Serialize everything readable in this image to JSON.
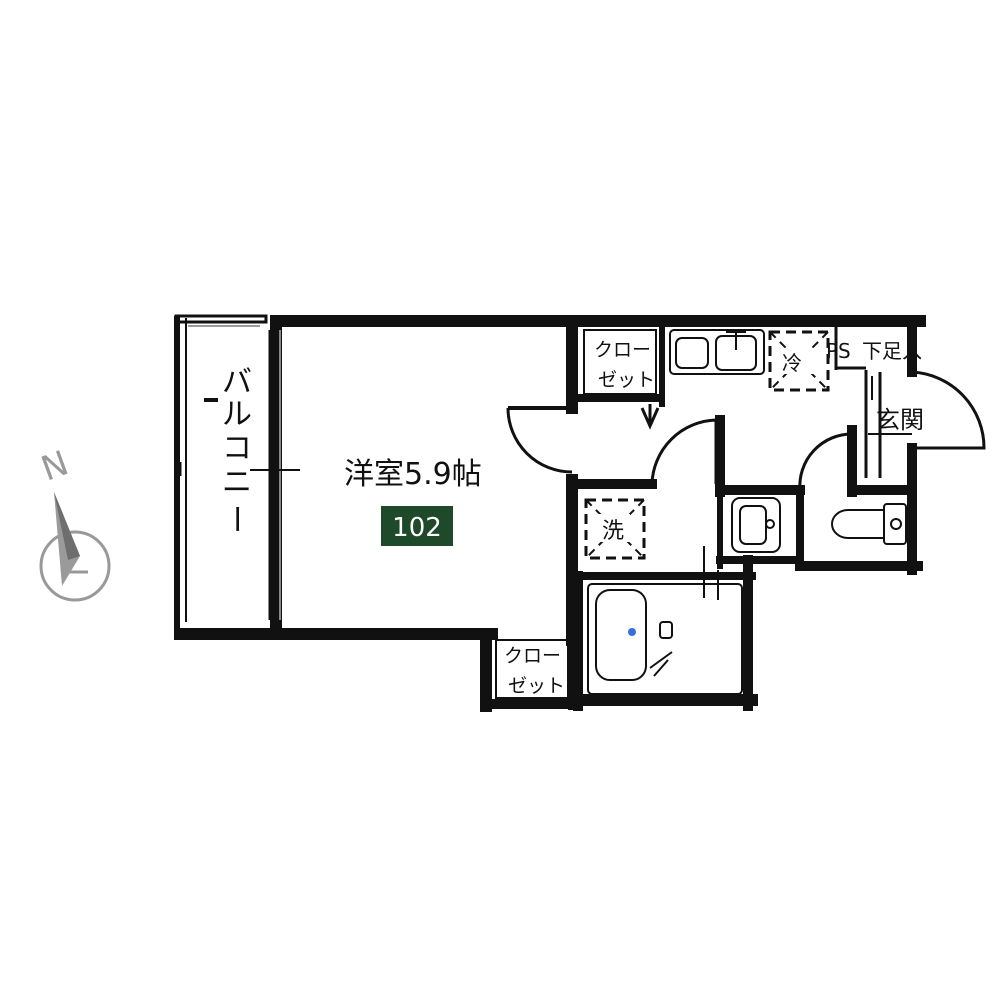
{
  "rooms": {
    "western_room": "洋室5.9帖",
    "unit_number": "102",
    "balcony_chars": [
      "バ",
      "ル",
      "コ",
      "ニ",
      "ー"
    ],
    "closet_top_line1": "クロー",
    "closet_top_line2": "ゼット",
    "closet_bottom_line1": "クロー",
    "closet_bottom_line2": "ゼット",
    "washer": "洗",
    "fridge": "冷",
    "ps": "PS",
    "shoebox": "下足入",
    "entrance": "玄関"
  },
  "compass": {
    "north": "N"
  },
  "colors": {
    "wall": "#111111",
    "badge_bg": "#1e4a2a",
    "badge_text": "#ffffff",
    "compass": "#999999"
  }
}
